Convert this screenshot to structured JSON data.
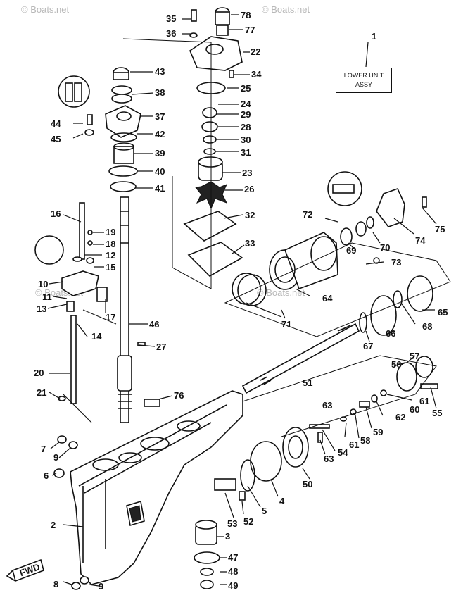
{
  "watermark": "© Boats.net",
  "title_box": {
    "line1": "LOWER UNIT",
    "line2": "ASSY"
  },
  "labels": {
    "n1": "1",
    "n2": "2",
    "n3": "3",
    "n4": "4",
    "n5": "5",
    "n6": "6",
    "n7": "7",
    "n8": "8",
    "n9a": "9",
    "n9b": "9",
    "n10": "10",
    "n11": "11",
    "n12": "12",
    "n13": "13",
    "n14": "14",
    "n15": "15",
    "n16": "16",
    "n17": "17",
    "n18": "18",
    "n19": "19",
    "n20": "20",
    "n21": "21",
    "n22": "22",
    "n23": "23",
    "n24": "24",
    "n25": "25",
    "n26": "26",
    "n27": "27",
    "n28": "28",
    "n29": "29",
    "n30": "30",
    "n31": "31",
    "n32": "32",
    "n33": "33",
    "n34": "34",
    "n35": "35",
    "n36": "36",
    "n37": "37",
    "n38": "38",
    "n39": "39",
    "n40": "40",
    "n41": "41",
    "n42": "42",
    "n43": "43",
    "n44": "44",
    "n45": "45",
    "n46": "46",
    "n47": "47",
    "n48": "48",
    "n49": "49",
    "n50": "50",
    "n51": "51",
    "n52": "52",
    "n53": "53",
    "n54": "54",
    "n55": "55",
    "n56": "56",
    "n57": "57",
    "n58": "58",
    "n59": "59",
    "n60": "60",
    "n61a": "61",
    "n61b": "61",
    "n62": "62",
    "n63a": "63",
    "n63b": "63",
    "n64": "64",
    "n65": "65",
    "n66": "66",
    "n67": "67",
    "n68": "68",
    "n69": "69",
    "n70": "70",
    "n71": "71",
    "n72": "72",
    "n73": "73",
    "n74": "74",
    "n75": "75",
    "n76": "76",
    "n77": "77",
    "n78": "78"
  },
  "fwd_label": "FWD"
}
